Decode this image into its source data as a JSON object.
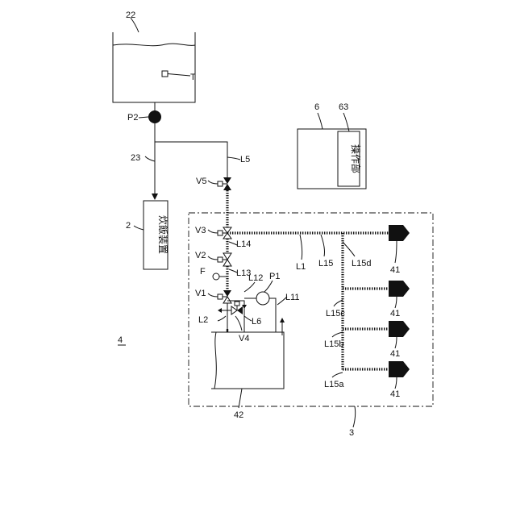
{
  "labels": {
    "tank": "22",
    "sensor_t": "T",
    "pump_p2": "P2",
    "pipe_23": "23",
    "pipe_l5": "L5",
    "valve_v5": "V5",
    "rice_cooker_ref": "2",
    "rice_cooker_box": "炊飯装置",
    "controller": "6",
    "operation_ref": "63",
    "operation_box": "操作部",
    "v3": "V3",
    "l14": "L14",
    "v2": "V2",
    "l13": "L13",
    "f": "F",
    "v1": "V1",
    "l12": "L12",
    "p1": "P1",
    "l11": "L11",
    "l2": "L2",
    "l6": "L6",
    "v4": "V4",
    "system": "4",
    "l1": "L1",
    "l15": "L15",
    "l15d": "L15d",
    "l15c": "L15c",
    "l15b": "L15b",
    "l15a": "L15a",
    "nozzle_1": "41",
    "nozzle_2": "41",
    "nozzle_3": "41",
    "nozzle_4": "41",
    "wash_tank": "42",
    "unit": "3"
  }
}
